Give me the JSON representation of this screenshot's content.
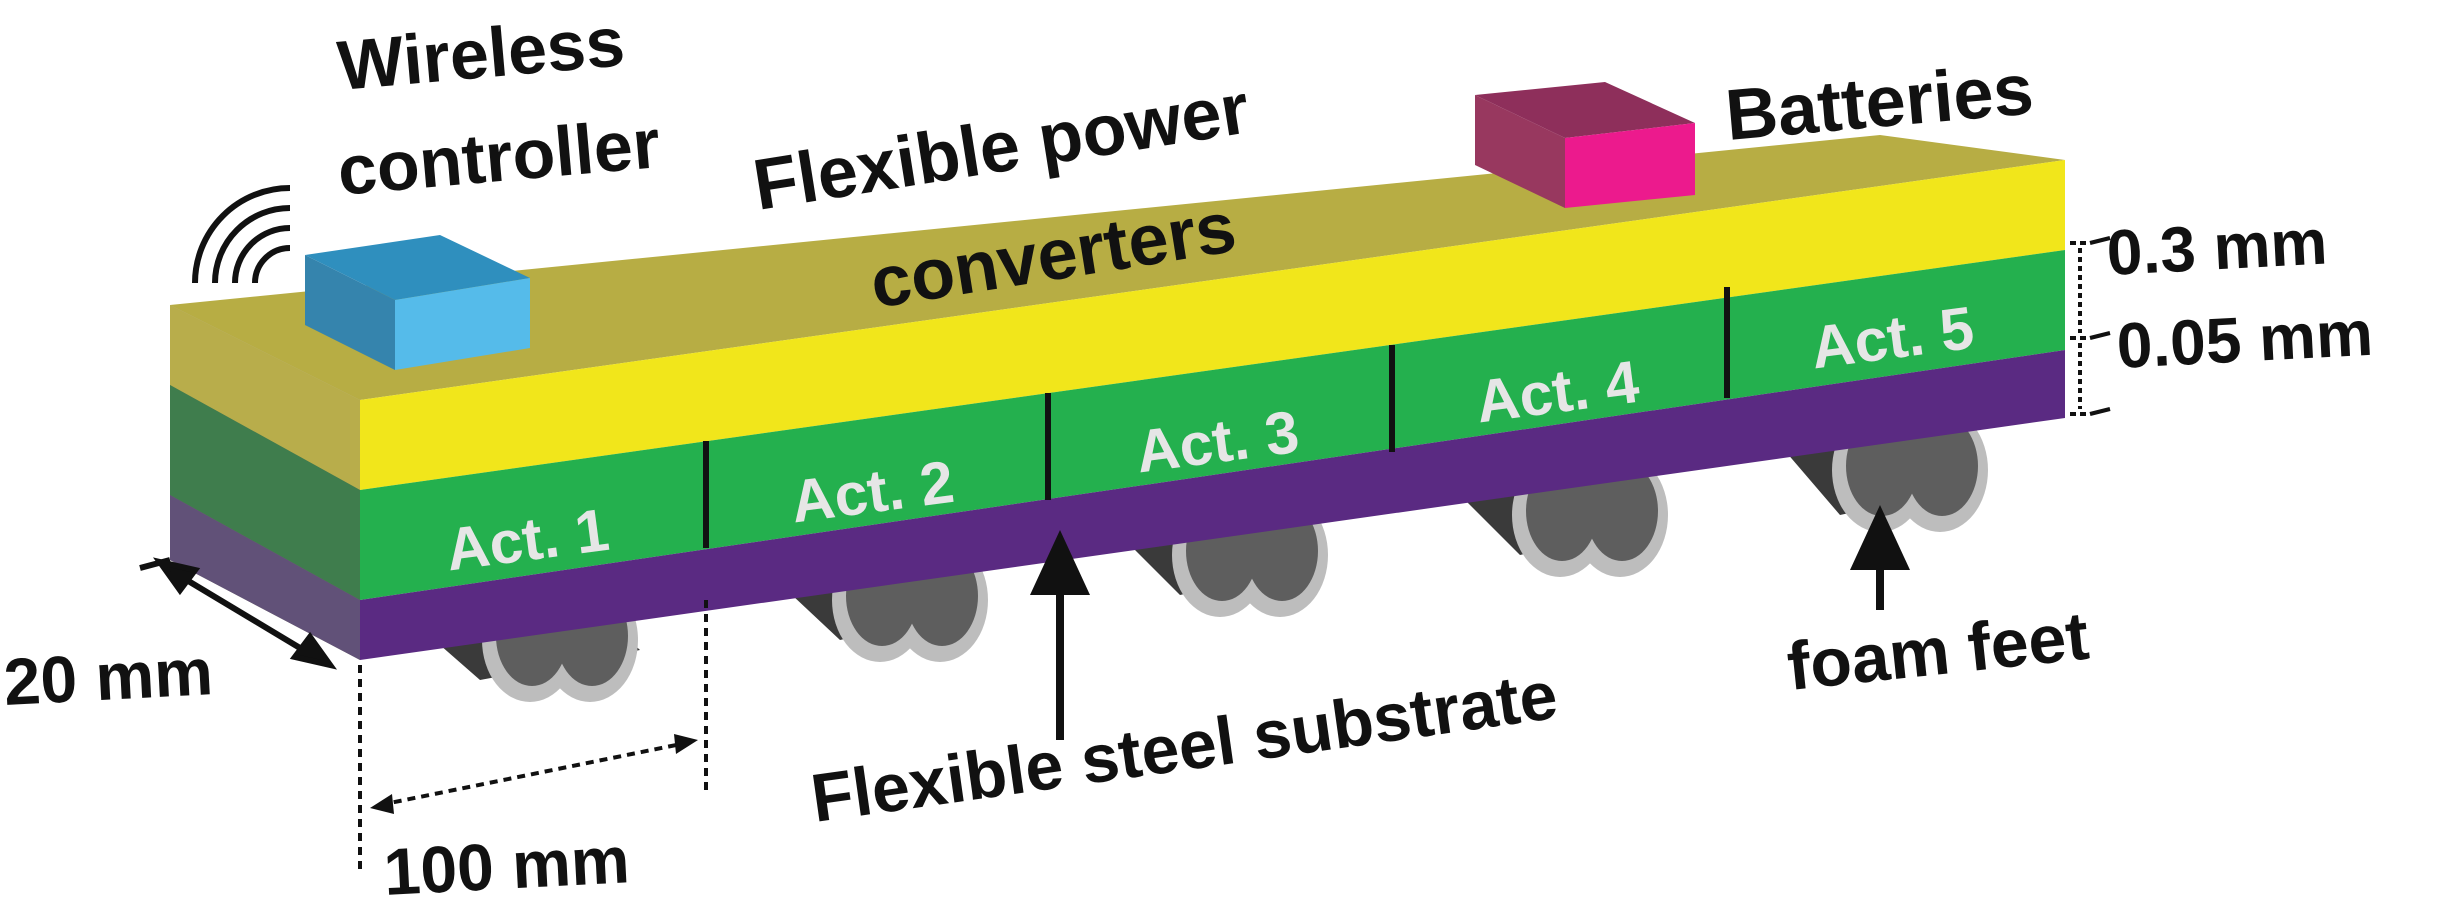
{
  "labels": {
    "wireless_line1": "Wireless",
    "wireless_line2": "controller",
    "converters_line1": "Flexible power",
    "converters_line2": "converters",
    "batteries": "Batteries",
    "thickness_top": "0.3 mm",
    "thickness_bottom": "0.05 mm",
    "width": "20 mm",
    "length": "100 mm",
    "substrate": "Flexible steel substrate",
    "feet": "foam feet"
  },
  "actuators": [
    "Act. 1",
    "Act. 2",
    "Act. 3",
    "Act. 4",
    "Act. 5"
  ],
  "colors": {
    "converter_layer": "#f1e61b",
    "actuator_layer": "#24b04e",
    "steel_substrate": "#5a2a82",
    "wireless_controller": "#55bbea",
    "batteries": "#ec1a8d",
    "foam_feet": "#5e5e5e"
  },
  "icons": [
    "wireless-signal-icon",
    "arrow-up-icon"
  ]
}
